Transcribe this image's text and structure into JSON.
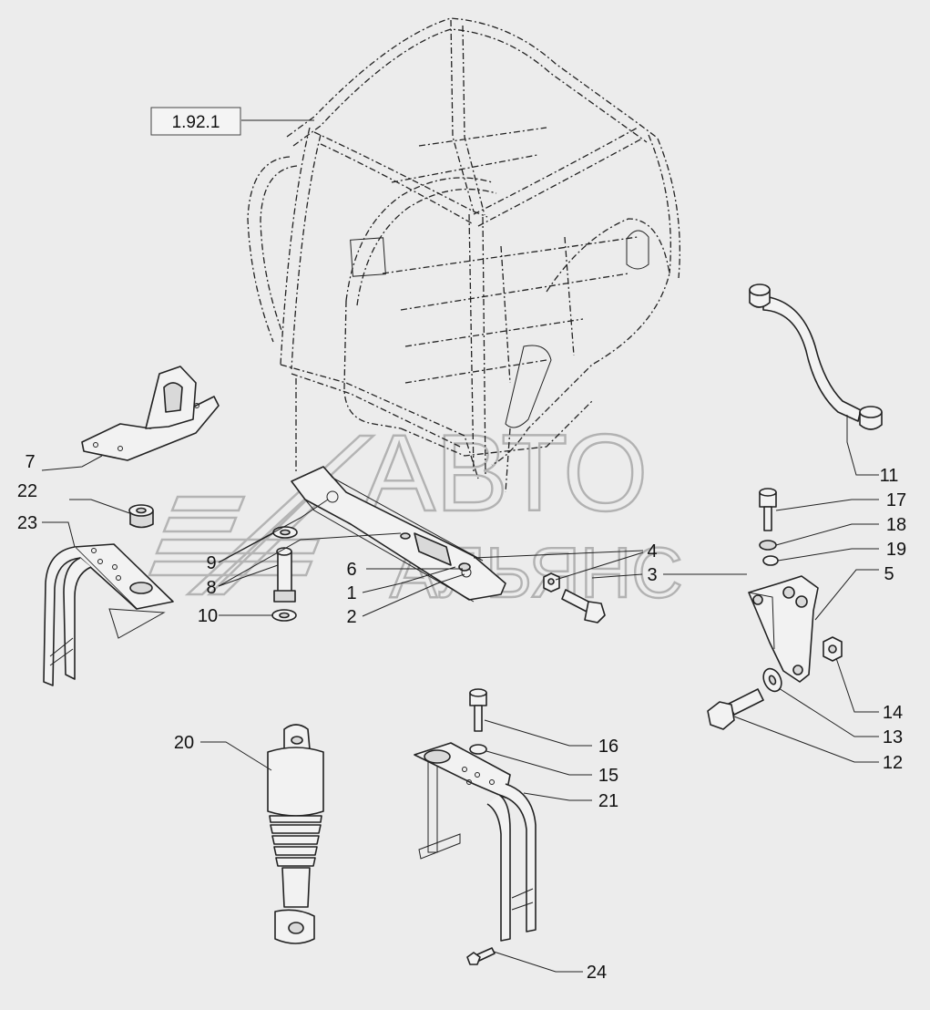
{
  "reference_label": "1.92.1",
  "callouts": [
    "1",
    "2",
    "3",
    "4",
    "5",
    "6",
    "7",
    "8",
    "9",
    "10",
    "11",
    "12",
    "13",
    "14",
    "15",
    "16",
    "17",
    "18",
    "19",
    "20",
    "21",
    "22",
    "23",
    "24"
  ],
  "watermark": {
    "line1": "АВТО",
    "line2": "АЛЬЯНС"
  },
  "colors": {
    "background": "#ececec",
    "line": "#222222",
    "watermark": "#b4b4b4"
  }
}
